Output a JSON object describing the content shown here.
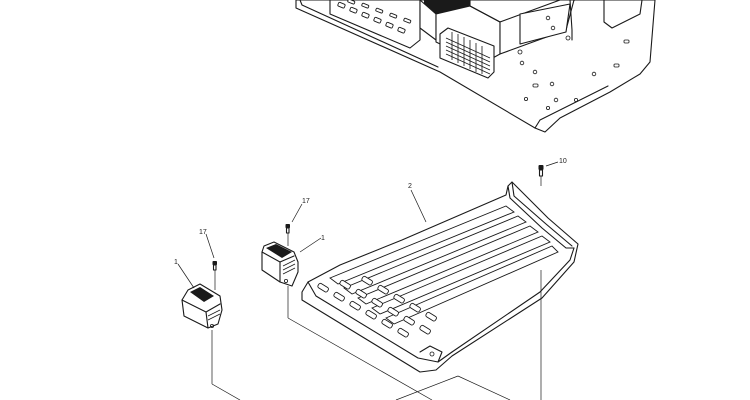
{
  "callouts": {
    "part_1_left": "1",
    "part_1_right": "1",
    "part_2": "2",
    "part_10": "10",
    "part_17_left": "17",
    "part_17_right": "17"
  }
}
